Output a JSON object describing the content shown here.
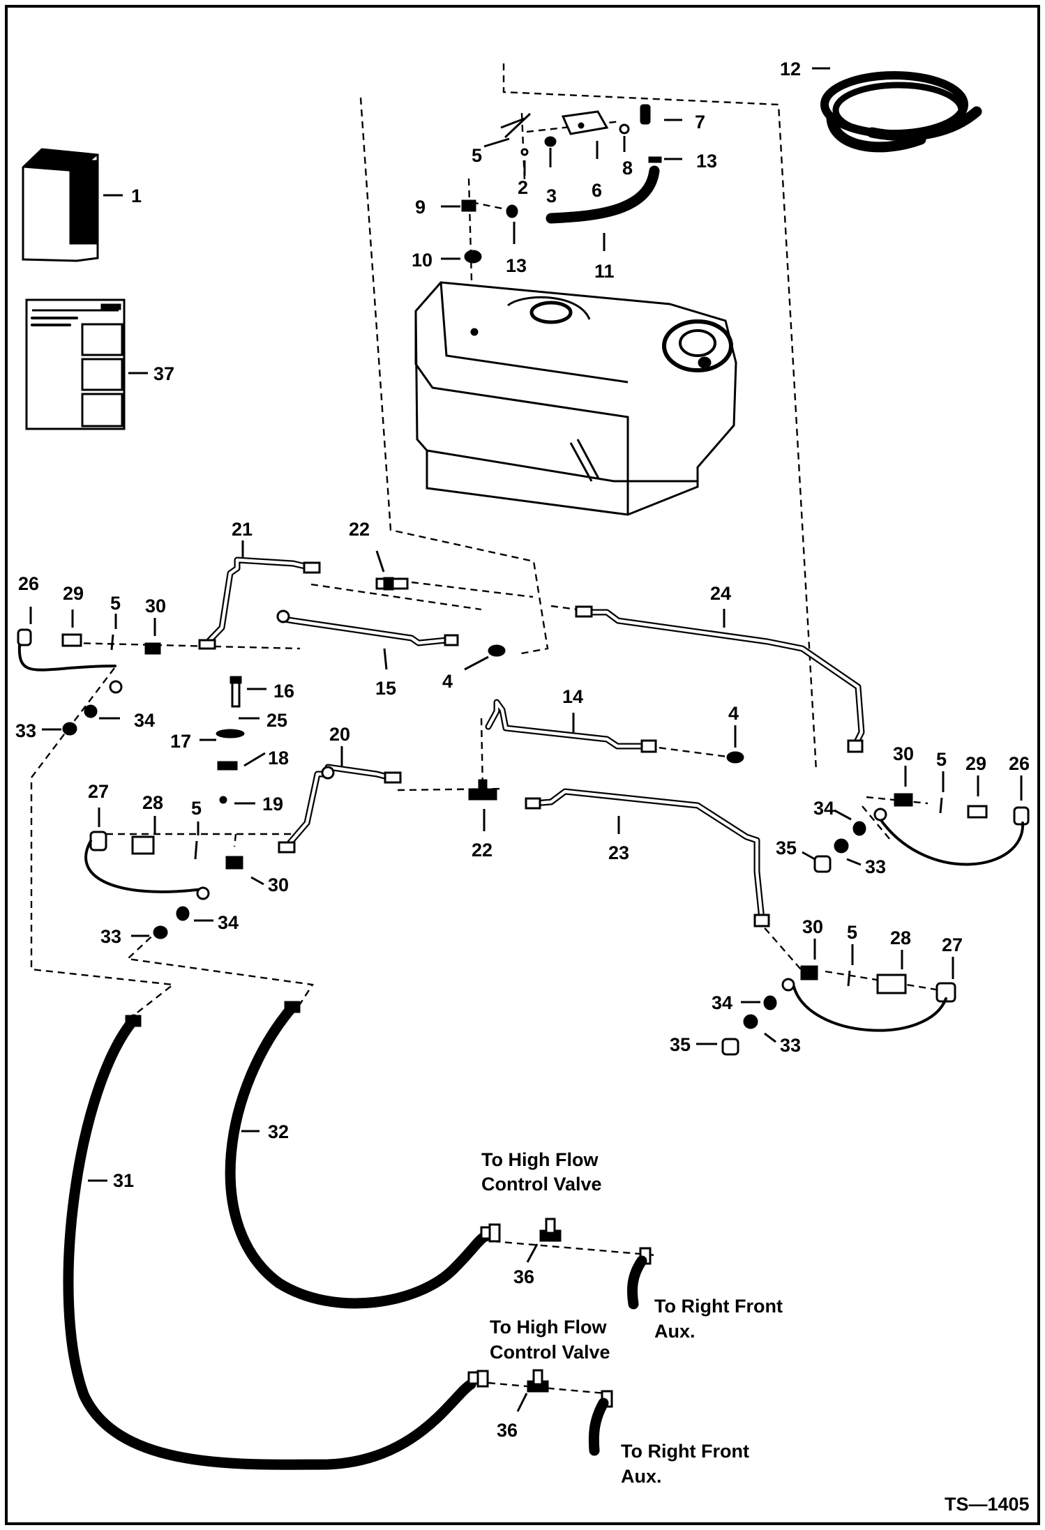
{
  "figure_code": "TS—1405",
  "part_numbers": [
    "1",
    "2",
    "3",
    "4",
    "5",
    "6",
    "7",
    "8",
    "9",
    "10",
    "11",
    "12",
    "13",
    "14",
    "15",
    "16",
    "17",
    "18",
    "19",
    "20",
    "21",
    "22",
    "23",
    "24",
    "25",
    "26",
    "27",
    "28",
    "29",
    "30",
    "31",
    "32",
    "33",
    "34",
    "35",
    "36",
    "37"
  ],
  "labels": {
    "l1": "1",
    "l2": "2",
    "l3": "3",
    "l4a": "4",
    "l4b": "4",
    "l5a": "5",
    "l5b": "5",
    "l5c": "5",
    "l5d": "5",
    "l5e": "5",
    "l6": "6",
    "l7": "7",
    "l8": "8",
    "l9": "9",
    "l10": "10",
    "l11": "11",
    "l12": "12",
    "l13a": "13",
    "l13b": "13",
    "l14": "14",
    "l15": "15",
    "l16": "16",
    "l17": "17",
    "l18": "18",
    "l19": "19",
    "l20": "20",
    "l21": "21",
    "l22a": "22",
    "l22b": "22",
    "l23": "23",
    "l24": "24",
    "l25": "25",
    "l26a": "26",
    "l26b": "26",
    "l27a": "27",
    "l27b": "27",
    "l28a": "28",
    "l28b": "28",
    "l29a": "29",
    "l29b": "29",
    "l30a": "30",
    "l30b": "30",
    "l30c": "30",
    "l30d": "30",
    "l31": "31",
    "l32": "32",
    "l33a": "33",
    "l33b": "33",
    "l33c": "33",
    "l33d": "33",
    "l34a": "34",
    "l34b": "34",
    "l34c": "34",
    "l34d": "34",
    "l35a": "35",
    "l35b": "35",
    "l36a": "36",
    "l36b": "36",
    "l37": "37"
  },
  "notes": {
    "high_flow_1_line1": "To High Flow",
    "high_flow_1_line2": "Control Valve",
    "high_flow_2_line1": "To High Flow",
    "high_flow_2_line2": "Control Valve",
    "right_front_1_line1": "To Right Front",
    "right_front_1_line2": "Aux.",
    "right_front_2_line1": "To Right Front",
    "right_front_2_line2": "Aux."
  }
}
